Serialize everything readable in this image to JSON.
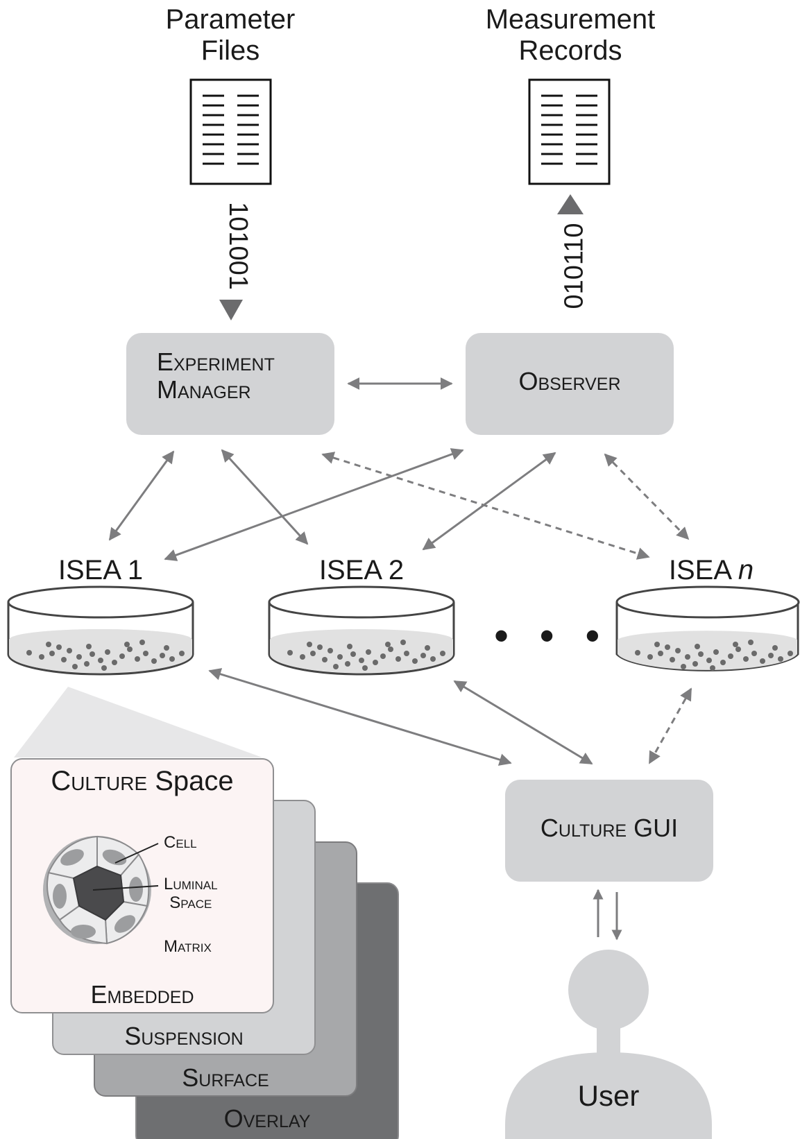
{
  "inputs": {
    "parameter_files": "Parameter\nFiles",
    "measurement_records": "Measurement\nRecords",
    "input_binary": "101001",
    "output_binary": "010110"
  },
  "boxes": {
    "experiment_manager": "Experiment\nManager",
    "observer": "Observer",
    "culture_gui_smallcaps": "Culture",
    "culture_gui_rest": " GUI"
  },
  "iseas": {
    "isea_1": "ISEA 1",
    "isea_2": "ISEA 2",
    "isea_n_prefix": "ISEA ",
    "isea_n_var": "n",
    "ellipsis": "• • •"
  },
  "culture_panel": {
    "title_smallcaps": "Culture",
    "title_rest": " Space",
    "cell_label": "Cell",
    "luminal_label": "Luminal\nSpace",
    "matrix_label": "Matrix",
    "layers": [
      "Embedded",
      "Suspension",
      "Surface",
      "Overlay"
    ]
  },
  "user": {
    "label": "User"
  },
  "colors": {
    "box_fill": "#d2d3d5",
    "arrow": "#7d7d7f",
    "layer_1": "#fcf4f4",
    "layer_2": "#d2d3d5",
    "layer_3": "#a7a8aa",
    "layer_4": "#6e6f71",
    "user_fill": "#d2d3d5"
  }
}
